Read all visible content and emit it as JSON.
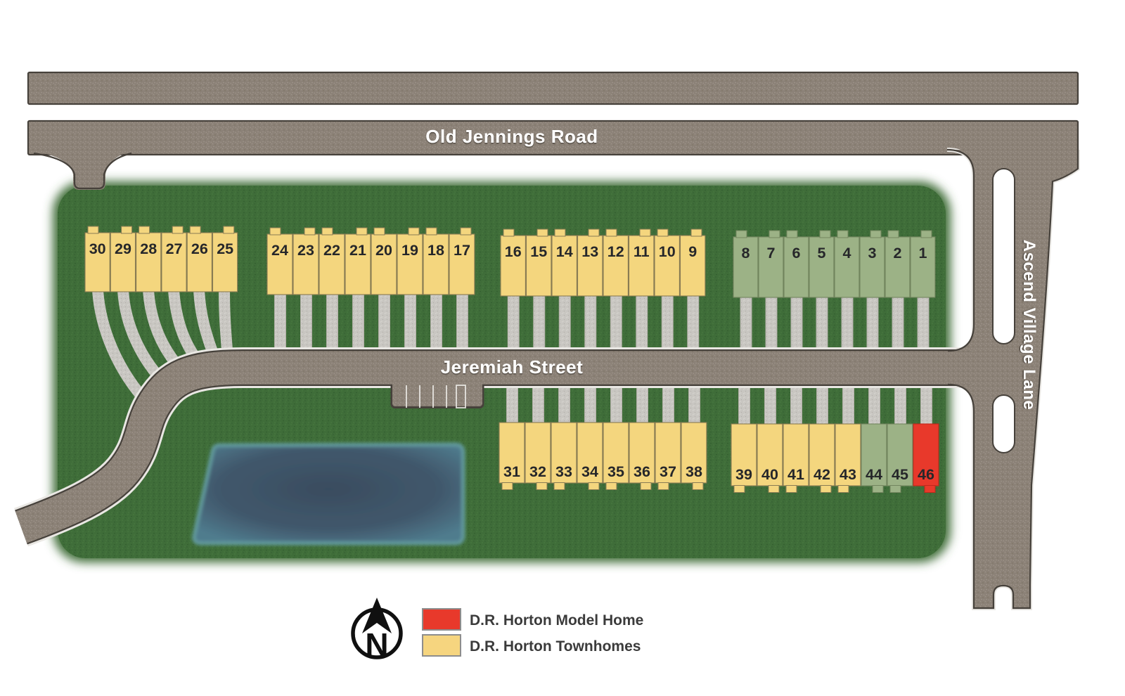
{
  "roads": {
    "old_jennings_label": "Old Jennings Road",
    "jeremiah_label": "Jeremiah Street",
    "ascend_label": "Ascend Village Lane"
  },
  "legend": {
    "items": [
      {
        "key": "model-home",
        "label": "D.R. Horton Model Home",
        "color": "#e8392b"
      },
      {
        "key": "townhomes",
        "label": "D.R. Horton Townhomes",
        "color": "#f6d57f"
      }
    ]
  },
  "compass": {
    "north_label": "N"
  },
  "colors": {
    "yellow": "#f4d67e",
    "green": "#9cb286",
    "red": "#e8392b",
    "yellow_stroke": "#8a7c54",
    "green_stroke": "#73855f",
    "red_stroke": "#c0281b",
    "road": "#8b8177",
    "driveway": "#c8c6c1",
    "grass": "#3f6d39",
    "pond_center": "#3c5064",
    "pond_edge": "#4f7b8d",
    "pond_glow": "#66a0ab"
  },
  "lot_blocks": [
    {
      "name": "north-row-1",
      "lots": [
        {
          "num": "30",
          "color": "yellow"
        },
        {
          "num": "29",
          "color": "yellow"
        },
        {
          "num": "28",
          "color": "yellow"
        },
        {
          "num": "27",
          "color": "yellow"
        },
        {
          "num": "26",
          "color": "yellow"
        },
        {
          "num": "25",
          "color": "yellow"
        }
      ]
    },
    {
      "name": "north-row-2",
      "lots": [
        {
          "num": "24",
          "color": "yellow"
        },
        {
          "num": "23",
          "color": "yellow"
        },
        {
          "num": "22",
          "color": "yellow"
        },
        {
          "num": "21",
          "color": "yellow"
        },
        {
          "num": "20",
          "color": "yellow"
        },
        {
          "num": "19",
          "color": "yellow"
        },
        {
          "num": "18",
          "color": "yellow"
        },
        {
          "num": "17",
          "color": "yellow"
        }
      ]
    },
    {
      "name": "north-row-3",
      "lots": [
        {
          "num": "16",
          "color": "yellow"
        },
        {
          "num": "15",
          "color": "yellow"
        },
        {
          "num": "14",
          "color": "yellow"
        },
        {
          "num": "13",
          "color": "yellow"
        },
        {
          "num": "12",
          "color": "yellow"
        },
        {
          "num": "11",
          "color": "yellow"
        },
        {
          "num": "10",
          "color": "yellow"
        },
        {
          "num": "9",
          "color": "yellow"
        }
      ]
    },
    {
      "name": "north-row-4",
      "lots": [
        {
          "num": "8",
          "color": "green"
        },
        {
          "num": "7",
          "color": "green"
        },
        {
          "num": "6",
          "color": "green"
        },
        {
          "num": "5",
          "color": "green"
        },
        {
          "num": "4",
          "color": "green"
        },
        {
          "num": "3",
          "color": "green"
        },
        {
          "num": "2",
          "color": "green"
        },
        {
          "num": "1",
          "color": "green"
        }
      ]
    },
    {
      "name": "south-row-1",
      "lots": [
        {
          "num": "31",
          "color": "yellow"
        },
        {
          "num": "32",
          "color": "yellow"
        },
        {
          "num": "33",
          "color": "yellow"
        },
        {
          "num": "34",
          "color": "yellow"
        },
        {
          "num": "35",
          "color": "yellow"
        },
        {
          "num": "36",
          "color": "yellow"
        },
        {
          "num": "37",
          "color": "yellow"
        },
        {
          "num": "38",
          "color": "yellow"
        }
      ]
    },
    {
      "name": "south-row-2",
      "lots": [
        {
          "num": "39",
          "color": "yellow"
        },
        {
          "num": "40",
          "color": "yellow"
        },
        {
          "num": "41",
          "color": "yellow"
        },
        {
          "num": "42",
          "color": "yellow"
        },
        {
          "num": "43",
          "color": "yellow"
        },
        {
          "num": "44",
          "color": "green"
        },
        {
          "num": "45",
          "color": "green"
        },
        {
          "num": "46",
          "color": "red"
        }
      ]
    }
  ]
}
